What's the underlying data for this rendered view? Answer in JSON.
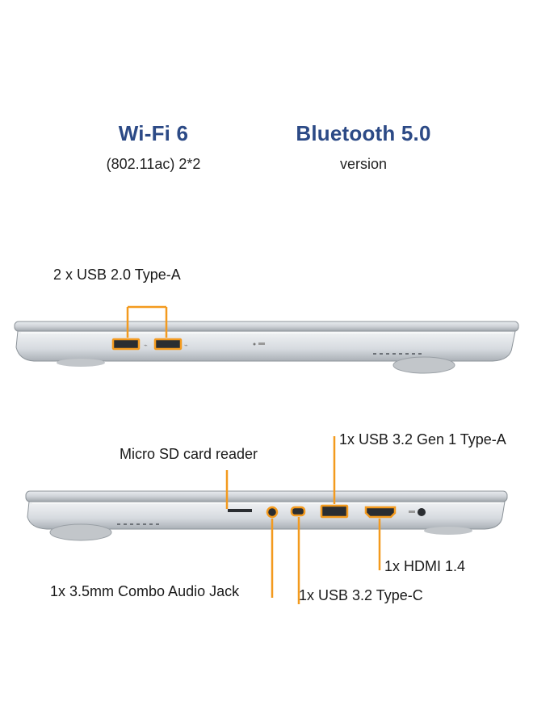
{
  "wifi": {
    "title": "Wi-Fi 6",
    "subtitle": "(802.11ac) 2*2"
  },
  "bluetooth": {
    "title": "Bluetooth 5.0",
    "subtitle": "version"
  },
  "ports_left": {
    "usb2_label": "2 x USB 2.0 Type-A"
  },
  "ports_right": {
    "microsd_label": "Micro SD card reader",
    "usb32_gen1_label": "1x USB 3.2 Gen 1 Type-A",
    "hdmi_label": "1x HDMI 1.4",
    "audio_label": "1x 3.5mm Combo Audio Jack",
    "usbc_label": "1x USB 3.2 Type-C"
  },
  "colors": {
    "title_blue": "#2c4a86",
    "callout_orange": "#f39a1e",
    "chassis_silver": "#c9cdd2",
    "port_dark": "#2a2d31"
  }
}
